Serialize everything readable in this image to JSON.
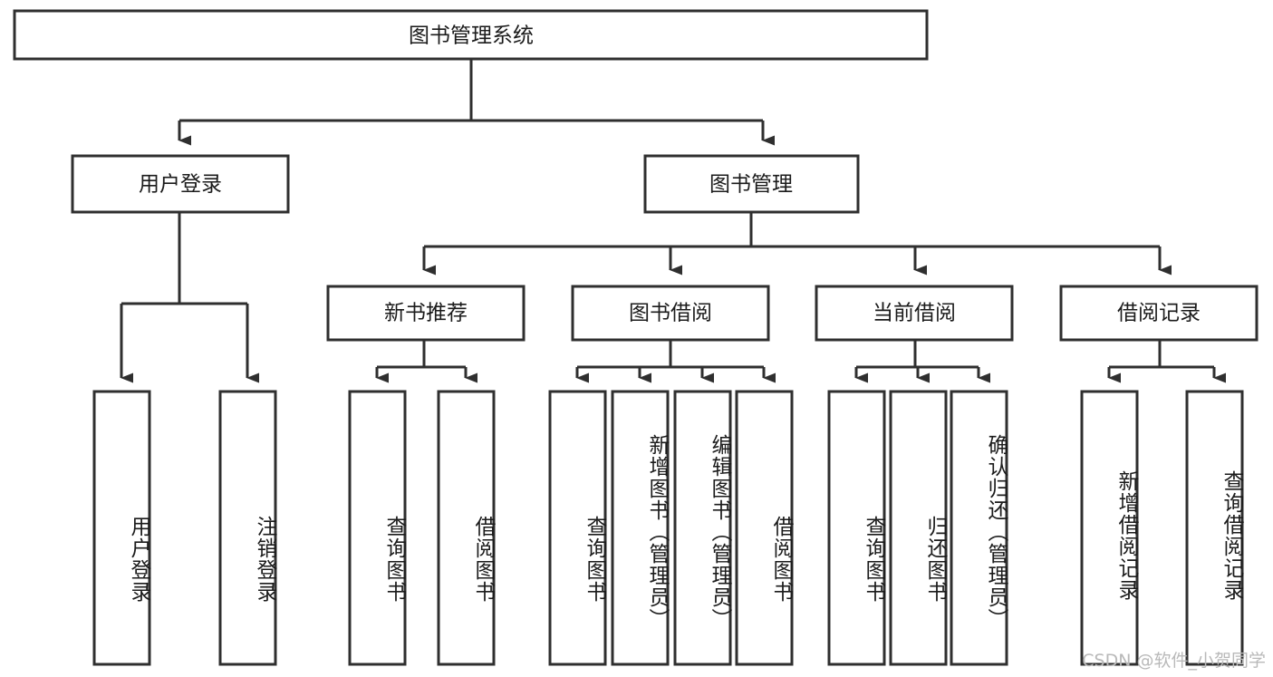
{
  "diagram": {
    "title": "图书管理系统",
    "type": "tree-hierarchy-chart",
    "root": {
      "id": "root",
      "label": "图书管理系统"
    },
    "level1": [
      {
        "id": "user-login",
        "label": "用户登录"
      },
      {
        "id": "book-manage",
        "label": "图书管理"
      }
    ],
    "level2": [
      {
        "id": "new-book-recommend",
        "label": "新书推荐",
        "parent": "book-manage"
      },
      {
        "id": "book-borrow",
        "label": "图书借阅",
        "parent": "book-manage"
      },
      {
        "id": "current-borrow",
        "label": "当前借阅",
        "parent": "book-manage"
      },
      {
        "id": "borrow-record",
        "label": "借阅记录",
        "parent": "book-manage"
      }
    ],
    "leaves": [
      {
        "id": "leaf-user-login",
        "label": "用户登录",
        "parent": "user-login"
      },
      {
        "id": "leaf-logout-login",
        "label": "注销登录",
        "parent": "user-login"
      },
      {
        "id": "leaf-query-book-1",
        "label": "查询图书",
        "parent": "new-book-recommend"
      },
      {
        "id": "leaf-borrow-book-1",
        "label": "借阅图书",
        "parent": "new-book-recommend"
      },
      {
        "id": "leaf-query-book-2",
        "label": "查询图书",
        "parent": "book-borrow"
      },
      {
        "id": "leaf-add-book",
        "label": "新增图书（管理员）",
        "parent": "book-borrow"
      },
      {
        "id": "leaf-edit-book",
        "label": "编辑图书（管理员）",
        "parent": "book-borrow"
      },
      {
        "id": "leaf-borrow-book-2",
        "label": "借阅图书",
        "parent": "book-borrow"
      },
      {
        "id": "leaf-query-book-3",
        "label": "查询图书",
        "parent": "current-borrow"
      },
      {
        "id": "leaf-return-book",
        "label": "归还图书",
        "parent": "current-borrow"
      },
      {
        "id": "leaf-confirm-return",
        "label": "确认归还（管理员）",
        "parent": "current-borrow"
      },
      {
        "id": "leaf-add-record",
        "label": "新增借阅记录",
        "parent": "borrow-record"
      },
      {
        "id": "leaf-query-record",
        "label": "查询借阅记录",
        "parent": "borrow-record"
      }
    ],
    "colors": {
      "stroke": "#2f2f2f",
      "fill": "#ffffff",
      "text": "#1b1b1b",
      "watermark": "#b9b9b9"
    }
  },
  "watermark": {
    "text": "CSDN @软件_小贺同学"
  }
}
